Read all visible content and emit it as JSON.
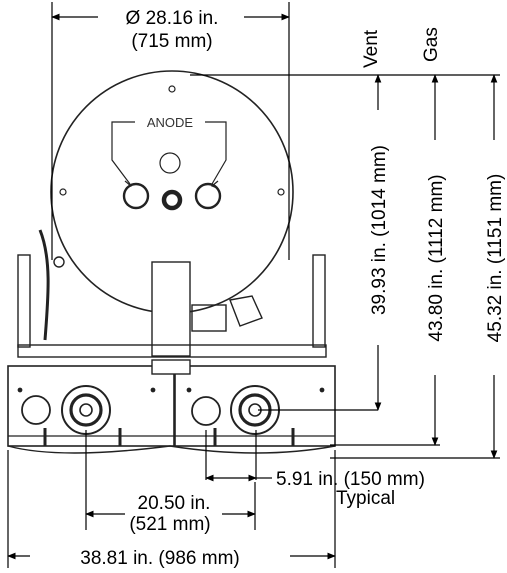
{
  "dimensions": {
    "diameter_line1": "Ø 28.16 in.",
    "diameter_line2": "(715 mm)",
    "vent_height": "39.93 in. (1014 mm)",
    "gas_height": "43.80 in. (1112 mm)",
    "overall_height": "45.32 in. (1151 mm)",
    "spacing_line1": "5.91 in. (150 mm)",
    "spacing_line2": "Typical",
    "center_line1": "20.50 in.",
    "center_line2": "(521 mm)",
    "width": "38.81 in. (986 mm)"
  },
  "labels": {
    "vent": "Vent",
    "gas": "Gas",
    "anode": "ANODE"
  }
}
